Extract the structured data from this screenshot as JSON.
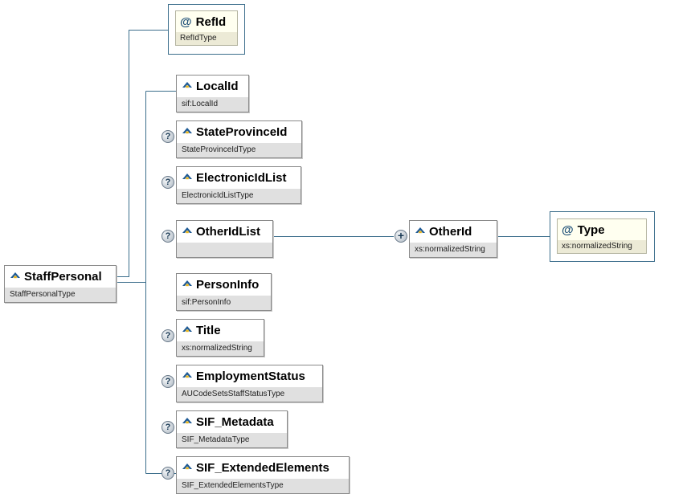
{
  "root": {
    "name": "StaffPersonal",
    "type": "StaffPersonalType"
  },
  "attribute": {
    "symbol": "@",
    "name": "RefId",
    "type": "RefIdType"
  },
  "children": [
    {
      "name": "LocalId",
      "type": "sif:LocalId"
    },
    {
      "name": "StateProvinceId",
      "type": "StateProvinceIdType",
      "optional_symbol": "?"
    },
    {
      "name": "ElectronicIdList",
      "type": "ElectronicIdListType",
      "optional_symbol": "?"
    },
    {
      "name": "OtherIdList",
      "type": "",
      "optional_symbol": "?"
    },
    {
      "name": "PersonInfo",
      "type": "sif:PersonInfo"
    },
    {
      "name": "Title",
      "type": "xs:normalizedString",
      "optional_symbol": "?"
    },
    {
      "name": "EmploymentStatus",
      "type": "AUCodeSetsStaffStatusType",
      "optional_symbol": "?"
    },
    {
      "name": "SIF_Metadata",
      "type": "SIF_MetadataType",
      "optional_symbol": "?"
    },
    {
      "name": "SIF_ExtendedElements",
      "type": "SIF_ExtendedElementsType",
      "optional_symbol": "?"
    }
  ],
  "other_id": {
    "name": "OtherId",
    "type": "xs:normalizedString",
    "repeat_symbol": "+"
  },
  "other_id_attribute": {
    "symbol": "@",
    "name": "Type",
    "type": "xs:normalizedString"
  },
  "colors": {
    "connector": "#3c6e8c",
    "node_border": "#8a8a8a",
    "type_band": "#e0e0e0",
    "attribute_fill": "#fffff0",
    "icon_blue": "#1e5a96",
    "icon_gold": "#e6b41e"
  }
}
